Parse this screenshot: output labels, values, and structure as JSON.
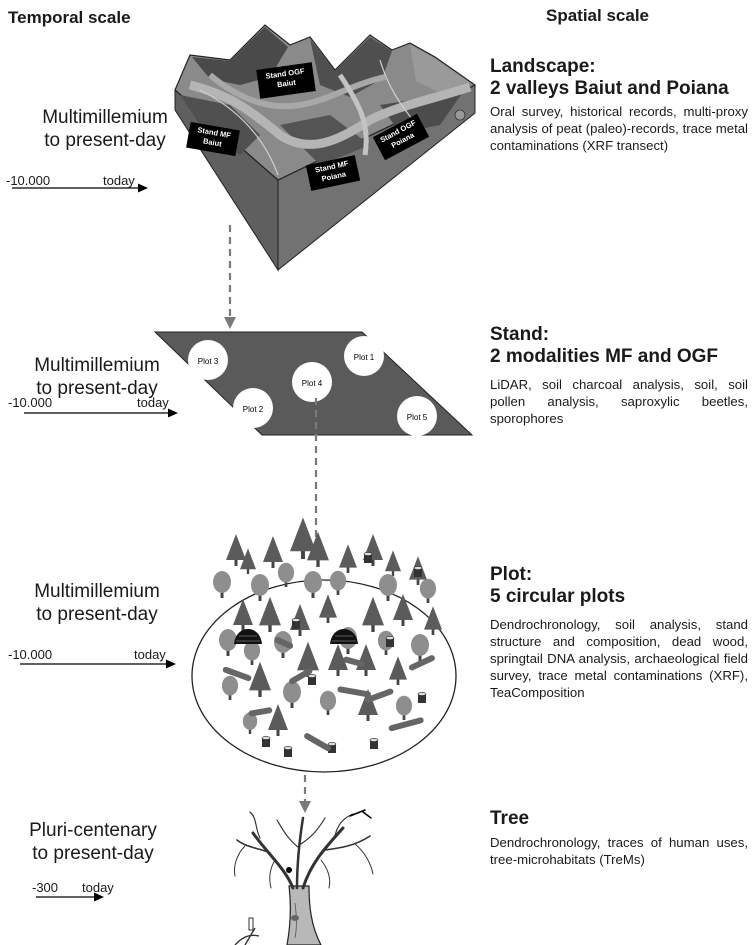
{
  "headers": {
    "temporal": "Temporal scale",
    "spatial": "Spatial scale"
  },
  "rows": [
    {
      "time_label": [
        "Multimillemium",
        "to present-day"
      ],
      "axis_start": "-10.000",
      "axis_end": "today",
      "title": [
        "Landscape:",
        "2 valleys Baiut and Poiana"
      ],
      "desc": "Oral survey, historical records, multi-proxy analysis of peat (paleo)-records, trace metal contaminations (XRF transect)"
    },
    {
      "time_label": [
        "Multimillemium",
        "to present-day"
      ],
      "axis_start": "-10.000",
      "axis_end": "today",
      "title": [
        "Stand:",
        "2 modalities MF and OGF"
      ],
      "desc": "LiDAR, soil charcoal analysis, soil, soil pollen analysis, saproxylic beetles, sporophores"
    },
    {
      "time_label": [
        "Multimillemium",
        "to present-day"
      ],
      "axis_start": "-10.000",
      "axis_end": "today",
      "title": [
        "Plot:",
        "5 circular plots"
      ],
      "desc": "Dendrochronology, soil analysis, stand structure and composition, dead wood, springtail DNA analysis, archaeological field survey, trace metal contaminations (XRF), TeaComposition"
    },
    {
      "time_label": [
        "Pluri-centenary",
        "to present-day"
      ],
      "axis_start": "-300",
      "axis_end": "today",
      "title": [
        "Tree"
      ],
      "desc": "Dendrochronology, traces of human uses, tree-microhabitats (TreMs)"
    }
  ],
  "landscape_labels": [
    [
      "Stand OGF",
      "Baiut"
    ],
    [
      "Stand MF",
      "Baiut"
    ],
    [
      "Stand OGF",
      "Poiana"
    ],
    [
      "Stand MF",
      "Poiana"
    ]
  ],
  "plot_labels": [
    "Plot 1",
    "Plot 2",
    "Plot 3",
    "Plot 4",
    "Plot 5"
  ]
}
